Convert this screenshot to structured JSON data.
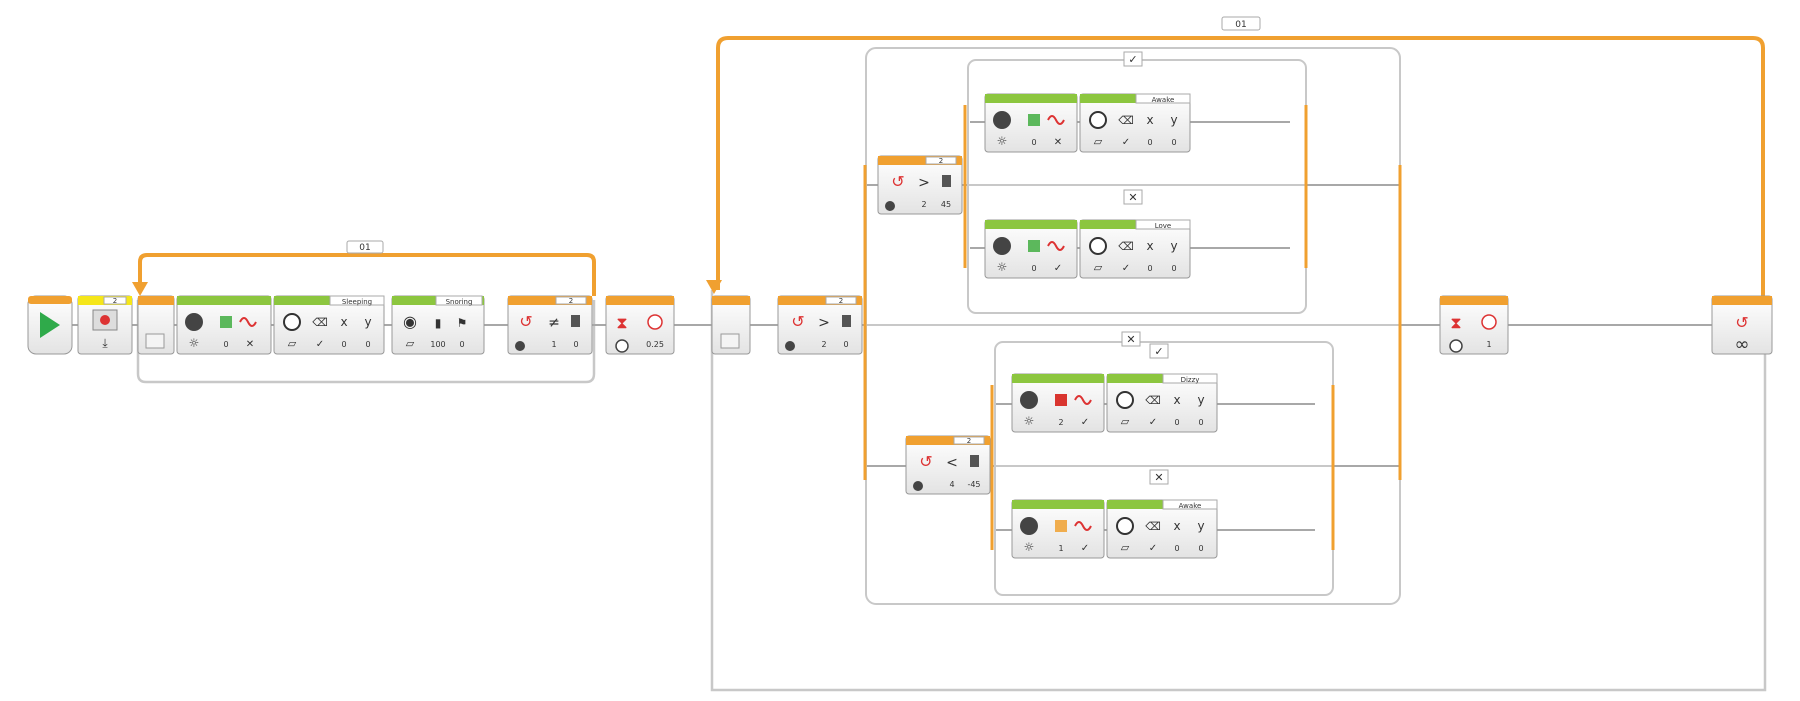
{
  "loops": {
    "inner_label": "01",
    "outer_label": "01",
    "outer_end_symbol": "∞"
  },
  "start": {
    "brick_port": "2"
  },
  "first_loop": {
    "status_light": {
      "color": "#5cb85c",
      "values": [
        "0",
        "✕"
      ]
    },
    "display_sleeping": {
      "filename": "Sleeping",
      "values": [
        "0",
        "0"
      ]
    },
    "sound_snoring": {
      "filename": "Snoring",
      "values": [
        "100",
        "0"
      ]
    },
    "touch_compare": {
      "port": "2",
      "operator": "≠",
      "values": [
        "1",
        "0"
      ]
    }
  },
  "wait_1": {
    "value": "0.25"
  },
  "outer_switch": {
    "port": "2",
    "operator": ">",
    "values": [
      "2",
      "0"
    ],
    "true_case": "✓",
    "false_case": "✕"
  },
  "top_switch": {
    "port": "2",
    "operator": ">",
    "values": [
      "2",
      "45"
    ],
    "true_case": "✓",
    "false_case": "✕",
    "case_true": {
      "light_color": "#5cb85c",
      "light_values": [
        "0",
        "✕"
      ],
      "display": "Awake",
      "display_values": [
        "0",
        "0"
      ]
    },
    "case_false": {
      "light_color": "#5cb85c",
      "light_values": [
        "0",
        "✓"
      ],
      "display": "Love",
      "display_values": [
        "0",
        "0"
      ]
    }
  },
  "bottom_switch": {
    "port": "2",
    "operator": "<",
    "values": [
      "4",
      "-45"
    ],
    "true_case": "✓",
    "false_case": "✕",
    "case_true": {
      "light_color": "#d9352f",
      "light_values": [
        "2",
        "✓"
      ],
      "display": "Dizzy",
      "display_values": [
        "0",
        "0"
      ]
    },
    "case_false": {
      "light_color": "#f0ad4e",
      "light_values": [
        "1",
        "✓"
      ],
      "display": "Awake",
      "display_values": [
        "0",
        "0"
      ]
    }
  },
  "wait_2": {
    "value": "1"
  },
  "colors": {
    "flow": "#f0a030",
    "action": "#8cc63f",
    "yellow": "#f5e61a",
    "wire": "#a8a8a8",
    "frame": "#c8c8c8"
  },
  "icons": [
    "play-icon",
    "brick-icon",
    "light-icon",
    "display-icon",
    "sound-icon",
    "touch-sensor-icon",
    "gyro-sensor-icon",
    "timer-icon",
    "loop-icon",
    "infinity-icon"
  ]
}
